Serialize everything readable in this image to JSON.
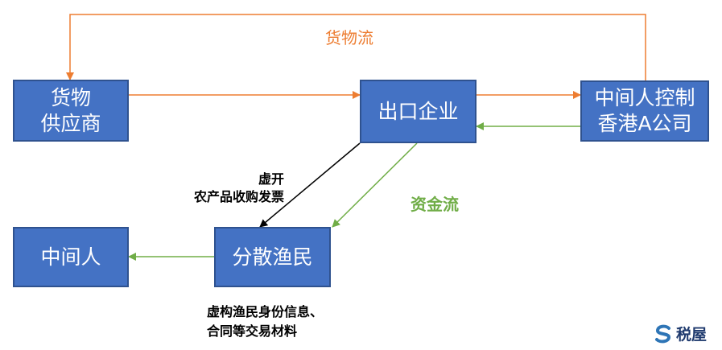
{
  "nodes": {
    "supplier": {
      "line1": "货物",
      "line2": "供应商"
    },
    "exporter": {
      "label": "出口企业"
    },
    "hk": {
      "line1": "中间人控制",
      "line2": "香港A公司"
    },
    "middleman": {
      "label": "中间人"
    },
    "fishermen": {
      "label": "分散渔民"
    }
  },
  "labels": {
    "goods_flow": "货物流",
    "money_flow": "资金流",
    "invoice_line1": "虚开",
    "invoice_line2": "农产品收购发票",
    "note_line1": "虚构渔民身份信息、",
    "note_line2": "合同等交易材料"
  },
  "logo": {
    "text": "税屋"
  },
  "colors": {
    "box_fill": "#4472c4",
    "goods_arrow": "#ed7d31",
    "money_arrow": "#70ad47",
    "invoice_arrow": "#000000"
  }
}
